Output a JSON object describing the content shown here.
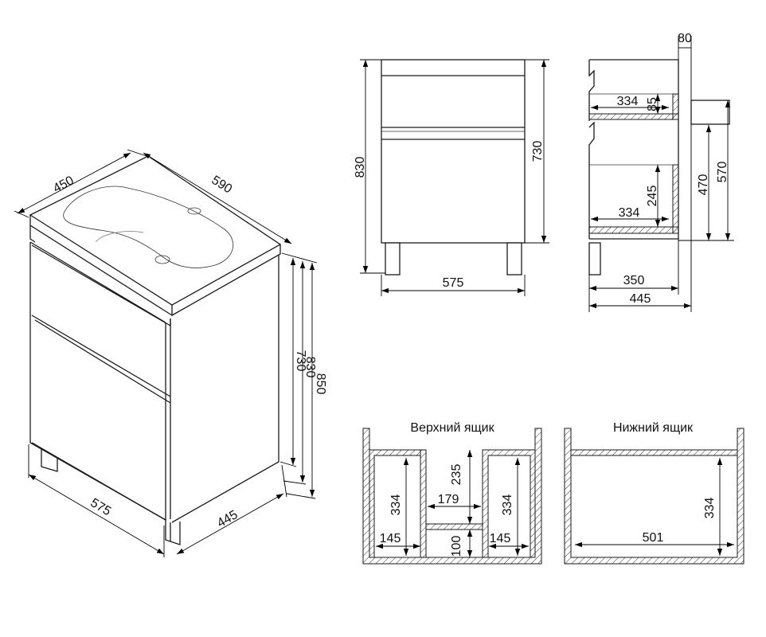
{
  "iso_view": {
    "dim_width_top": "450",
    "dim_depth_top": "590",
    "dim_front_width": "575",
    "dim_side_depth": "445",
    "dim_body_height": "730",
    "dim_height_no_top": "830",
    "dim_total_height": "850"
  },
  "front_view": {
    "dim_total_height": "830",
    "dim_body_height": "730",
    "dim_width": "575"
  },
  "side_section": {
    "dim_top_offset": "80",
    "dim_upper_drawer_depth": "334",
    "dim_upper_drawer_height": "85",
    "dim_lower_drawer_depth": "334",
    "dim_lower_drawer_height": "245",
    "dim_height_470": "470",
    "dim_height_570": "570",
    "dim_inner_depth": "350",
    "dim_outer_depth": "445"
  },
  "upper_drawer": {
    "title": "Верхний ящик",
    "dim_left_height": "334",
    "dim_left_width": "145",
    "dim_cut_height": "235",
    "dim_cut_width": "179",
    "dim_bottom_height": "100",
    "dim_right_height": "334",
    "dim_right_width": "145"
  },
  "lower_drawer": {
    "title": "Нижний ящик",
    "dim_height": "334",
    "dim_width": "501"
  }
}
